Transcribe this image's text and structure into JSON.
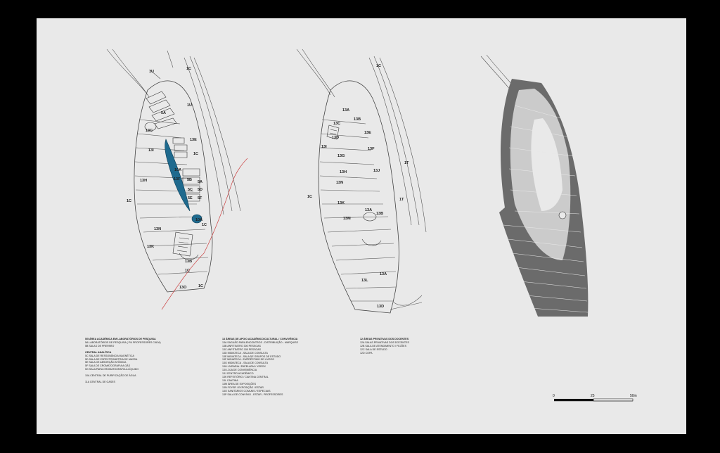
{
  "plan_left": {
    "labels": [
      "1U",
      "1C",
      "1U",
      "5A",
      "13C",
      "13E",
      "13I",
      "1C",
      "10A",
      "13H",
      "13F",
      "5B",
      "5A",
      "5C",
      "5D",
      "5E",
      "5F",
      "1C",
      "10A",
      "13N",
      "1C",
      "13K",
      "13B",
      "1C",
      "13O",
      "1C"
    ]
  },
  "plan_middle": {
    "labels": [
      "1C",
      "13A",
      "13B",
      "13C",
      "13E",
      "13D",
      "13I",
      "13F",
      "13G",
      "13J",
      "13H",
      "13N",
      "1C",
      "13K",
      "13M",
      "13A",
      "13B",
      "13A",
      "13L",
      "13D",
      "1T",
      "1T"
    ]
  },
  "legend_left": {
    "lines": [
      "5/5 ÁREA ACADÊMICA EM LABORATÓRIOS DE PESQUISA",
      "5A   LABORATÓRIOS DE PESQUISA ( P/4 PROFESSORES CADA)",
      "5B   SALAS DE PREPARO",
      "",
      "CENTRAL ANALÍTICA",
      "5C   SALA DE RESSONÂNCIA MAGNÉTICA",
      "5D   SALA DE ESPECTROMETRIA DE MASSA",
      "5E   SALA DE ABSORÇÃO ATÔMICA",
      "5F   SALA DE CROMATOGRAFIA A GÁS",
      "5G   SALA PARA CROMATOGRAFIA A LÍQUIDO",
      "",
      "10A  CENTRAL DE PURIFICAÇÃO DE ÁGUA",
      "",
      "11A  CENTRAL DE GASES"
    ]
  },
  "legend_mid": {
    "lines": [
      "13 ÁREAS DE APOIO ACADÊMICO/CULTURAL / CONVIVÊNCIA",
      "13A  SAGUÃO PARA ENCONTROS - DISTRIBUIÇÃO - MARQUISE",
      "13B  ANFITEATRO 300 PESSOAS",
      "13C  ANFITEATRO 150 PESSOAS",
      "13D  MIDIATECA - SALA DE CONSULTA",
      "13E  MIDIATECA - SALA DE GRUPOS DE ESTUDO",
      "13F  MIDIATECA - EMPRÉSTIMO DE LIVROS",
      "13G  MIDIATECA - SALA DE CONSULTA",
      "13H  LIVRARIA / PAPELARIA / XEROX",
      "13I  LOJA DE CONVENIÊNCIA",
      "13J  CENTRO ACADÊMICO",
      "13K  REFEITÓRIO / CANTINA CENTRAL",
      "13L  CANTINA",
      "13M  ÁREA DE EXPOSIÇÕES",
      "13N  FOYER / EXPOSIÇÃO / ESTAR",
      "13O  SANITÁRIOS COMUNS / ESPECIAIS",
      "13P  SALA DE CONVÍVIO - ESTAR - PROFESSORES"
    ]
  },
  "legend_right": {
    "lines": [
      "12 ÁREAS PRIVATIVAS DOS DOCENTES",
      "12A  SALAS PRIVATIVAS DOS DOCENTES",
      "12B  SALA DE ATENDIMENTO / FEJÕES",
      "12C  SALA DE ESTUDO",
      "12D  COPA"
    ]
  },
  "scale": {
    "t0": "0",
    "t1": "25",
    "t2": "50m"
  },
  "colors": {
    "accent": "#1f6a8e",
    "wing_dark": "#6b6b6b",
    "wing_light": "#cbcbcb",
    "sheet": "#e9e9e9"
  }
}
